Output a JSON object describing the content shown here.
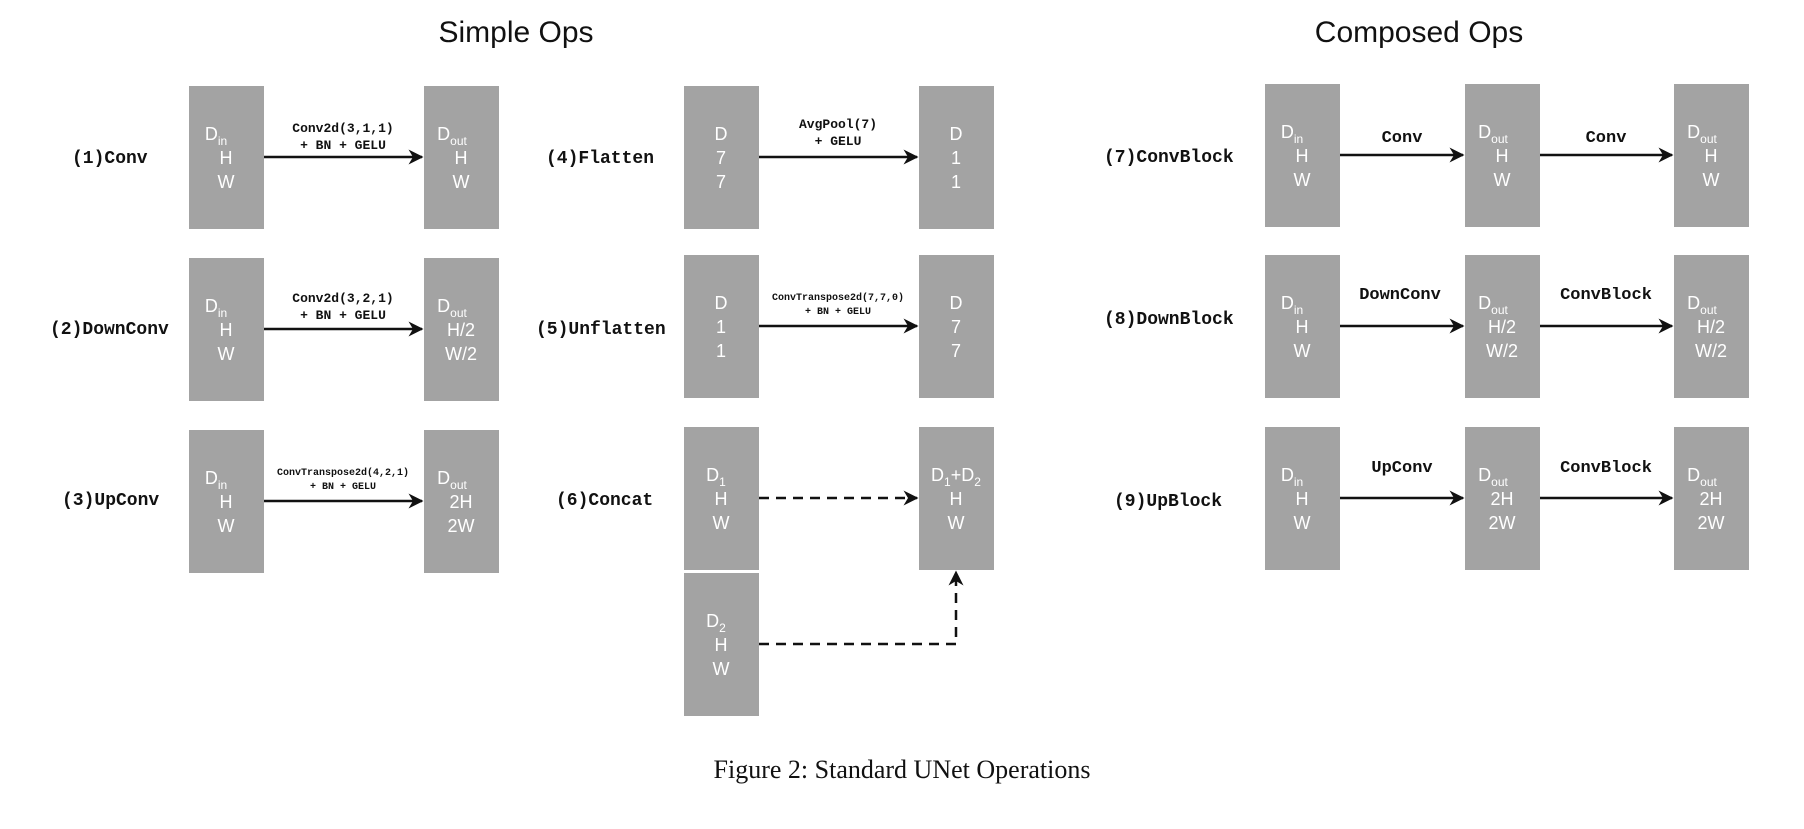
{
  "titles": {
    "simple": "Simple Ops",
    "composed": "Composed Ops"
  },
  "caption": "Figure 2: Standard UNet Operations",
  "ops": {
    "conv": {
      "label": "(1)Conv",
      "line1": "Conv2d(3,1,1)",
      "line2": "+ BN + GELU"
    },
    "downconv": {
      "label": "(2)DownConv",
      "line1": "Conv2d(3,2,1)",
      "line2": "+ BN + GELU"
    },
    "upconv": {
      "label": "(3)UpConv",
      "line1": "ConvTranspose2d(4,2,1)",
      "line2": "+ BN + GELU"
    },
    "flatten": {
      "label": "(4)Flatten",
      "line1": "AvgPool(7)",
      "line2": "+ GELU"
    },
    "unflatten": {
      "label": "(5)Unflatten",
      "line1": "ConvTranspose2d(7,7,0)",
      "line2": "+ BN + GELU"
    },
    "concat": {
      "label": "(6)Concat"
    },
    "convblock": {
      "label": "(7)ConvBlock",
      "arrow1": "Conv",
      "arrow2": "Conv"
    },
    "downblock": {
      "label": "(8)DownBlock",
      "arrow1": "DownConv",
      "arrow2": "ConvBlock"
    },
    "upblock": {
      "label": "(9)UpBlock",
      "arrow1": "UpConv",
      "arrow2": "ConvBlock"
    }
  },
  "tensors": {
    "d": "D",
    "in": "in",
    "out": "out",
    "h": "H",
    "w": "W",
    "h2": "H/2",
    "w2": "W/2",
    "two_h": "2H",
    "two_w": "2W",
    "seven": "7",
    "one": "1",
    "d1": "D",
    "sub1": "1",
    "sub2": "2",
    "plus_d": "+D"
  }
}
